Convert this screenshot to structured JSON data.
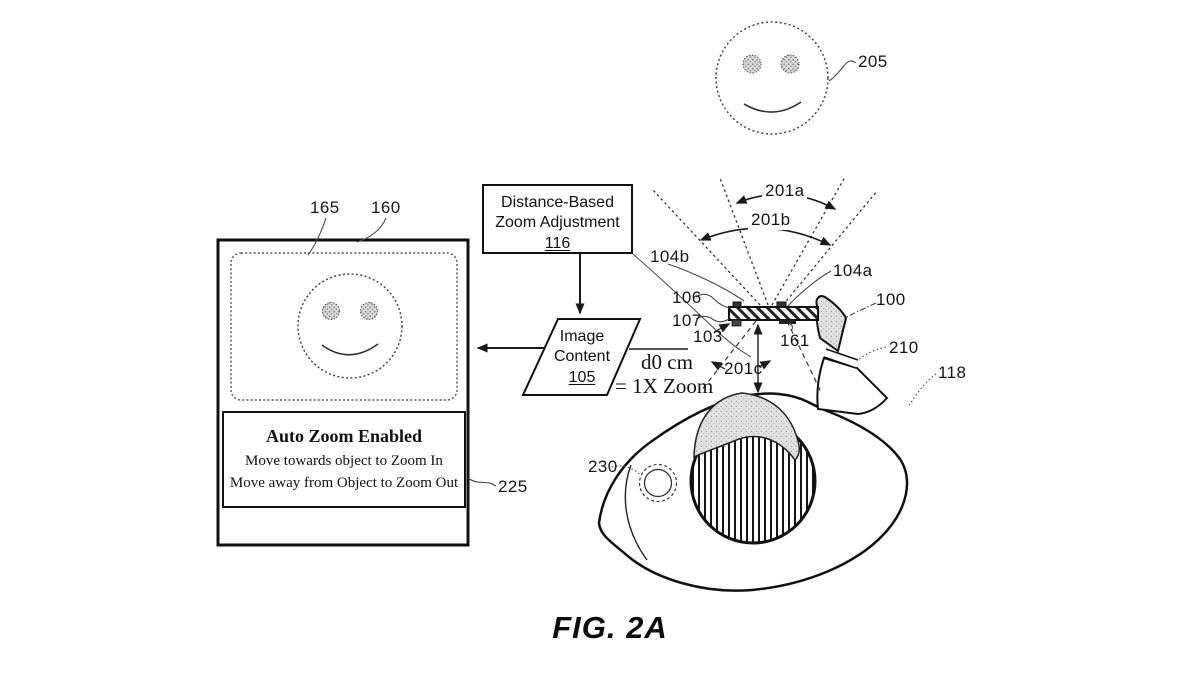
{
  "caption": "FIG. 2A",
  "zoom_box": {
    "line1": "Distance-Based",
    "line2": "Zoom Adjustment",
    "ref": "116"
  },
  "image_content": {
    "line1": "Image",
    "line2": "Content",
    "ref": "105"
  },
  "display_message": {
    "title": "Auto Zoom Enabled",
    "line1": "Move towards object to Zoom In",
    "line2": "Move away from Object to Zoom Out"
  },
  "distance": {
    "line1": "d0 cm",
    "line2": "= 1X Zoom"
  },
  "labels": {
    "screen_content": "165",
    "display": "160",
    "object": "205",
    "fov_a": "201a",
    "fov_b": "201b",
    "fov_c": "201c",
    "lens_b": "104b",
    "lens_a": "104a",
    "sensor_106": "106",
    "sensor_107": "107",
    "sensor_103": "103",
    "camera_161": "161",
    "device_100": "100",
    "stem_210": "210",
    "ear_118": "118",
    "ear_sensor_230": "230",
    "message_225": "225"
  },
  "colors": {
    "ink": "#1a1a1a",
    "shade": "#e0e0e0",
    "background": "#ffffff"
  }
}
